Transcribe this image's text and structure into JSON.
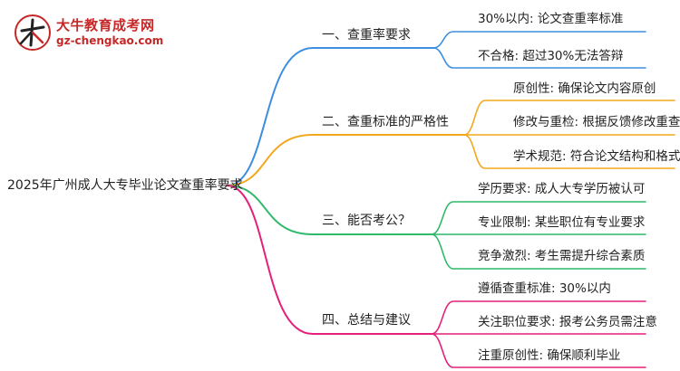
{
  "logo": {
    "name": "大牛教育成考网",
    "url": "gz-chengkao.com"
  },
  "mindmap": {
    "root": "2025年广州成人大专毕业论文查重率要求",
    "branches": [
      {
        "label": "一、查重率要求",
        "color": "#3d8ee0",
        "leaves": [
          "30%以内: 论文查重率标准",
          "不合格: 超过30%无法答辩"
        ]
      },
      {
        "label": "二、查重标准的严格性",
        "color": "#f2a81c",
        "leaves": [
          "原创性: 确保论文内容原创",
          "修改与重检: 根据反馈修改重查",
          "学术规范: 符合论文结构和格式"
        ]
      },
      {
        "label": "三、能否考公？",
        "color": "#2fb96a",
        "leaves": [
          "学历要求: 成人大专学历被认可",
          "专业限制: 某些职位有专业要求",
          "竞争激烈: 考生需提升综合素质"
        ]
      },
      {
        "label": "四、总结与建议",
        "color": "#e4207a",
        "leaves": [
          "遵循查重标准: 30%以内",
          "关注职位要求: 报考公务员需注意",
          "注重原创性: 确保顺利毕业"
        ]
      }
    ]
  }
}
